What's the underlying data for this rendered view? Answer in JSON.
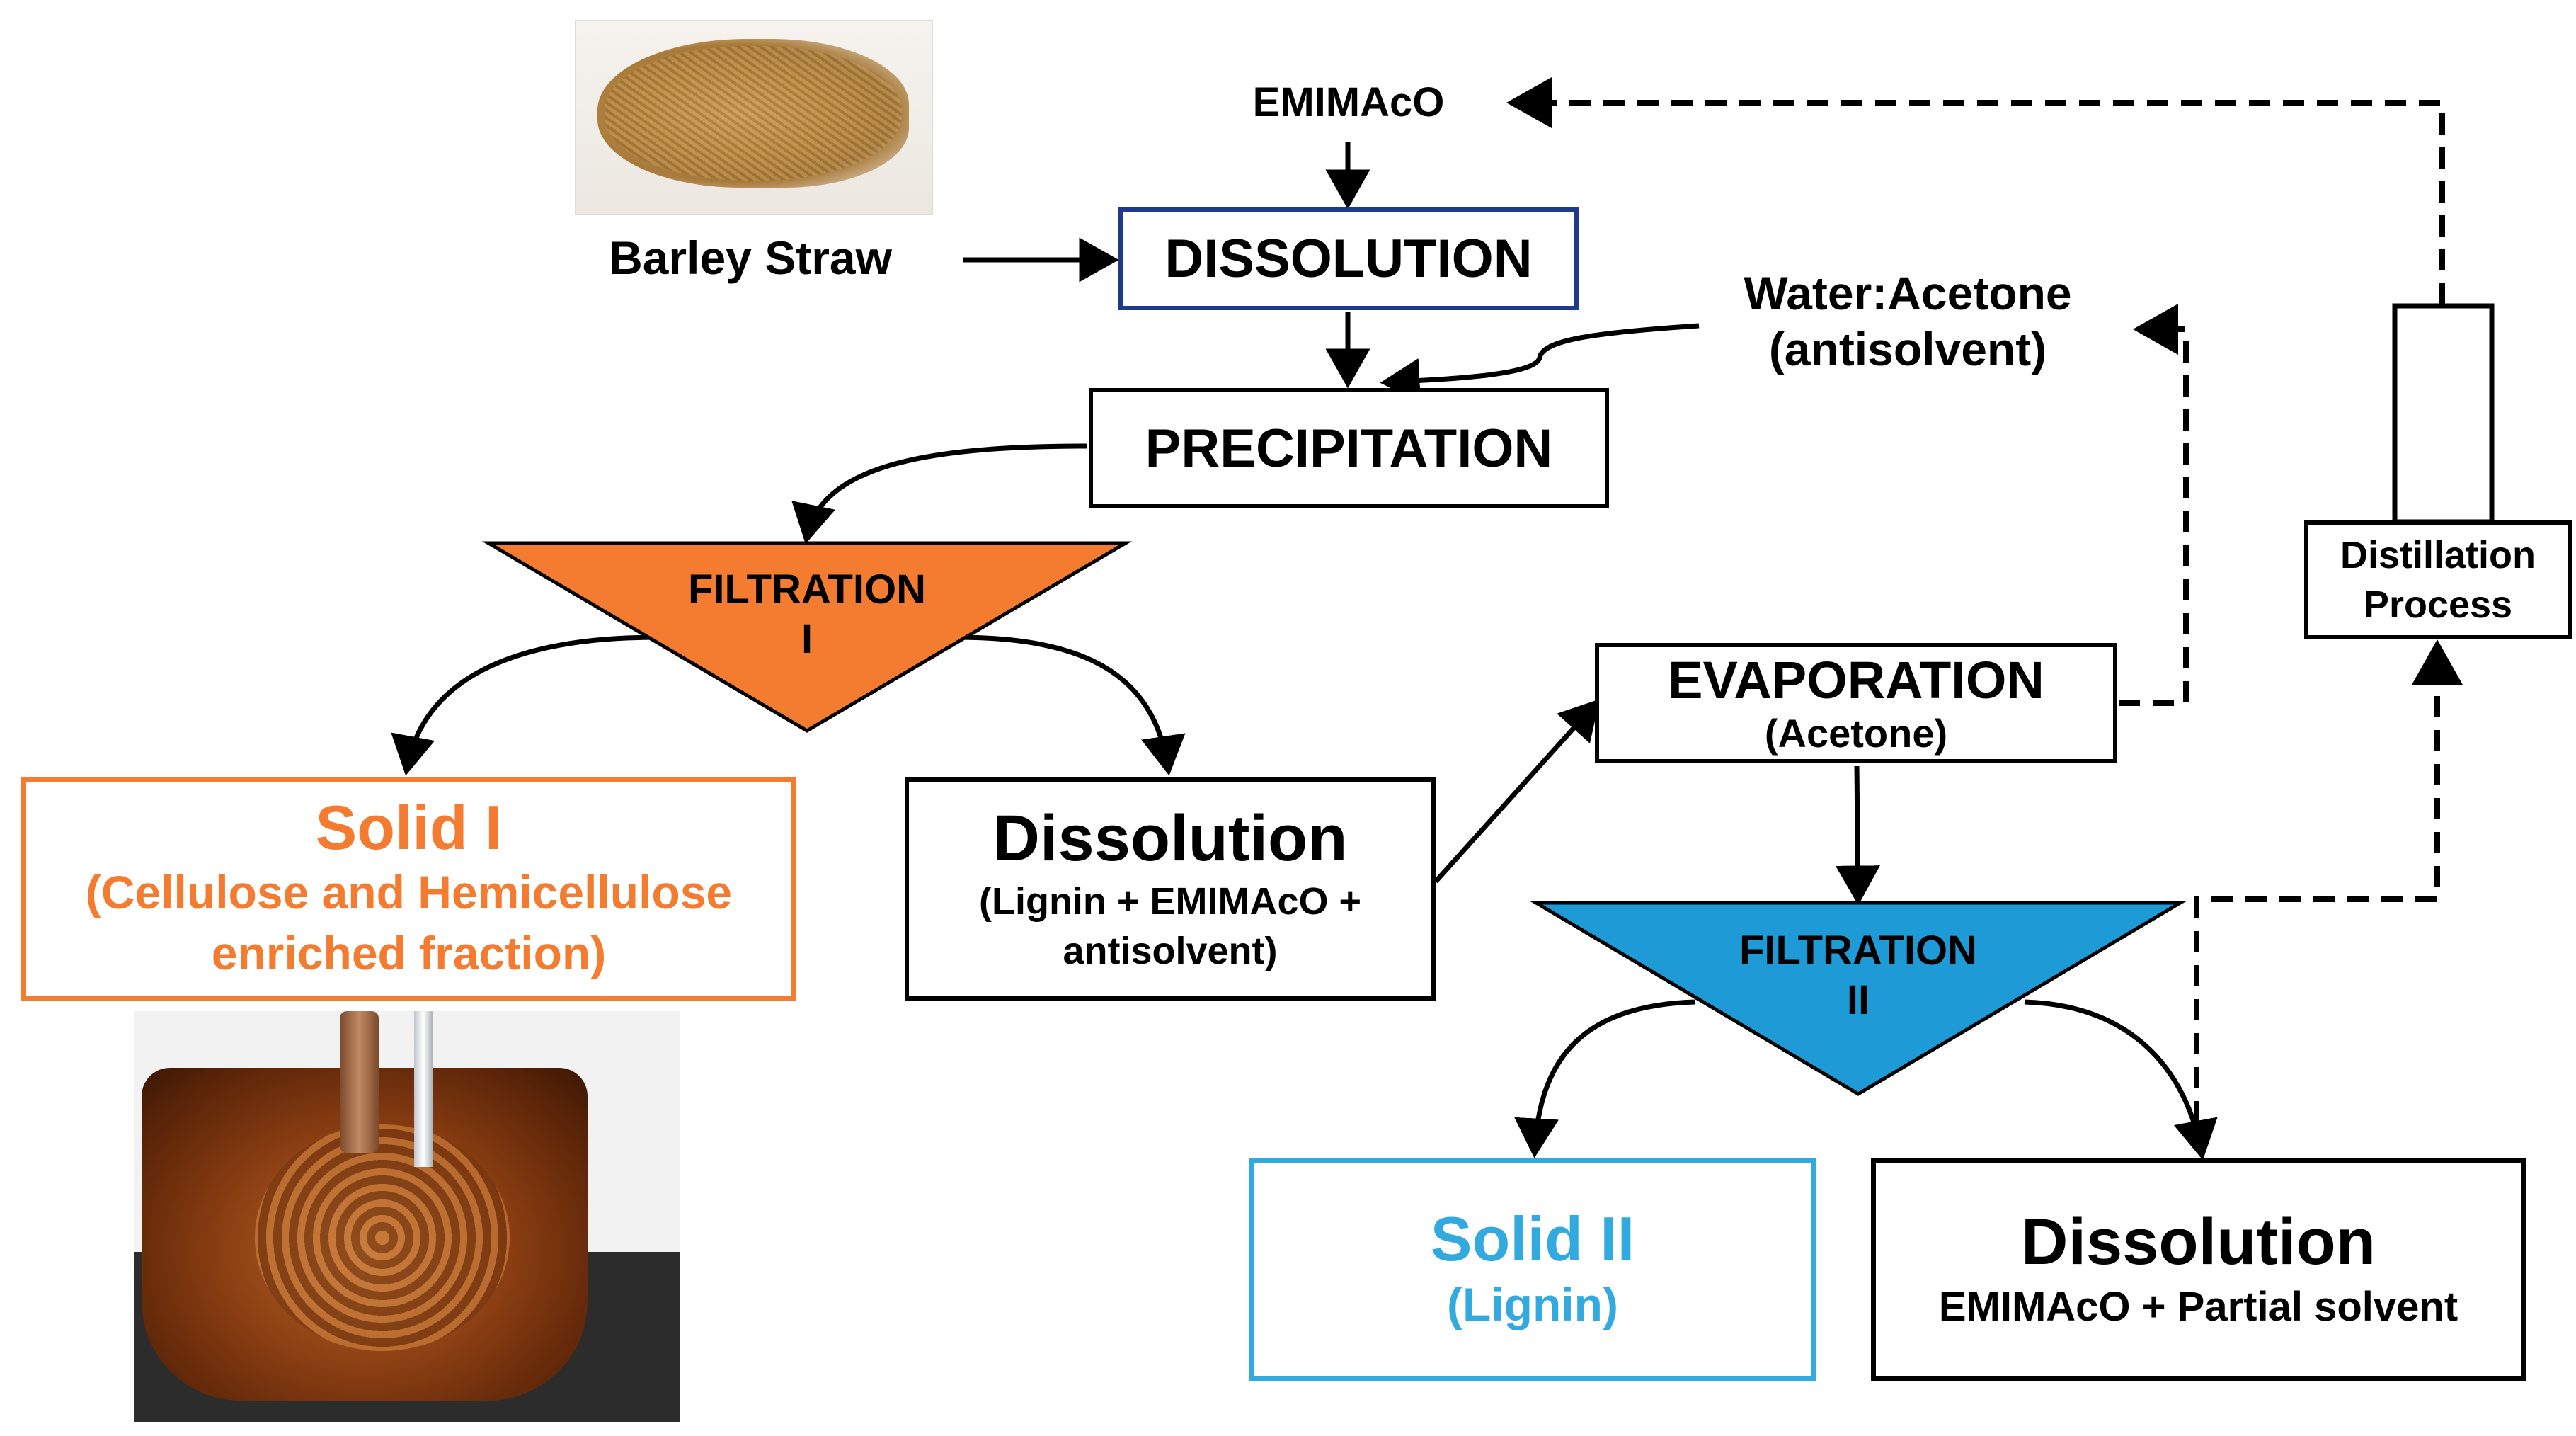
{
  "inputs": {
    "ionic_liquid": "EMIMAcO",
    "feedstock": "Barley Straw",
    "antisolvent_line1": "Water:Acetone",
    "antisolvent_line2": "(antisolvent)"
  },
  "steps": {
    "dissolution": "DISSOLUTION",
    "precipitation": "PRECIPITATION",
    "filtration1_line1": "FILTRATION",
    "filtration1_line2": "I",
    "filtration2_line1": "FILTRATION",
    "filtration2_line2": "II",
    "evaporation_title": "EVAPORATION",
    "evaporation_sub": "(Acetone)",
    "distillation_line1": "Distillation",
    "distillation_line2": "Process"
  },
  "outputs": {
    "solid1_title": "Solid I",
    "solid1_line1": "(Cellulose and Hemicellulose",
    "solid1_line2": "enriched fraction)",
    "liquor1_title": "Dissolution",
    "liquor1_line1": "(Lignin + EMIMAcO +",
    "liquor1_line2": "antisolvent)",
    "solid2_title": "Solid II",
    "solid2_sub": "(Lignin)",
    "liquor2_title": "Dissolution",
    "liquor2_sub": "EMIMAcO + Partial solvent"
  },
  "colors": {
    "orange": "#F47C30",
    "blue": "#1E9AD6",
    "solid2_blue": "#33AADF",
    "dissolution_border": "#1F3A8A"
  }
}
